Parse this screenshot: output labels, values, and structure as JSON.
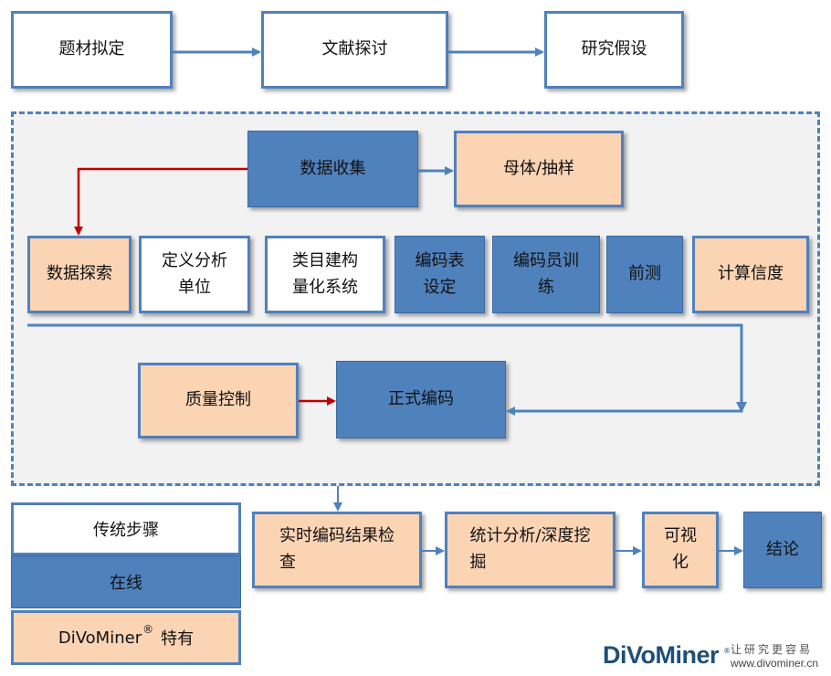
{
  "top_steps": {
    "topic": "题材拟定",
    "literature": "文献探讨",
    "hypothesis": "研究假设"
  },
  "process": {
    "data_collection": "数据收集",
    "population_sampling": "母体/抽样",
    "data_exploration": "数据探索",
    "define_unit_line1": "定义分析",
    "define_unit_line2": "单位",
    "category_line1": "类目建构",
    "category_line2": "量化系统",
    "codebook_line1": "编码表",
    "codebook_line2": "设定",
    "coder_training_line1": "编码员训",
    "coder_training_line2": "练",
    "pretest": "前测",
    "reliability": "计算信度",
    "quality_control": "质量控制",
    "formal_coding": "正式编码"
  },
  "bottom_steps": {
    "realtime_check_line1": "实时编码结果检",
    "realtime_check_line2": "查",
    "stats_line1": "统计分析/深度挖",
    "stats_line2": "掘",
    "visual_line1": "可视",
    "visual_line2": "化",
    "conclusion": "结论"
  },
  "legend": {
    "traditional": "传统步骤",
    "online": "在线",
    "divominer_name": "DiVoMiner",
    "registered": "®",
    "divominer_suffix": "特有"
  },
  "logo": {
    "name": "DiVoMiner",
    "registered": "®",
    "slogan": "让研究更容易",
    "url": "www.divominer.cn"
  },
  "colors": {
    "blue": "#4f81bd",
    "peach": "#fbd4b4",
    "red_arrow": "#c00000",
    "region_bg": "#f2f2f2"
  }
}
